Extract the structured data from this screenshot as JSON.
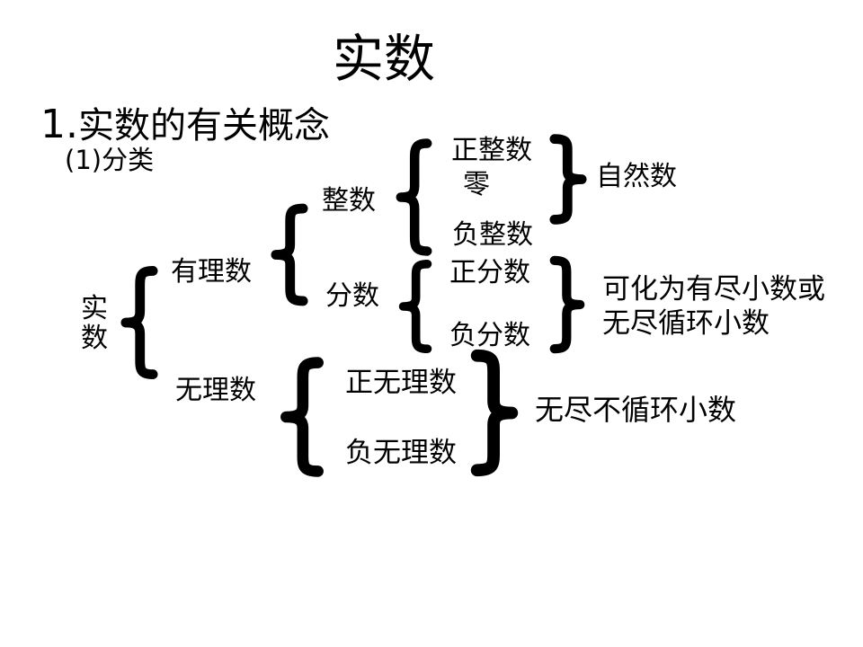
{
  "slide_title": "实数",
  "heading": {
    "number": "1.",
    "text": "实数的有关概念"
  },
  "subheading": {
    "number": "(1)",
    "text": "分类"
  },
  "glyphs": {
    "open_brace": "{",
    "close_brace": "}"
  },
  "colors": {
    "text": "#000000",
    "background": "#ffffff"
  },
  "tree": {
    "root": "实\n数",
    "branches": [
      {
        "label": "有理数",
        "children": [
          {
            "label": "整数",
            "children": [
              "正整数",
              "零",
              "负整数"
            ],
            "result": "自然数"
          },
          {
            "label": "分数",
            "children": [
              "正分数",
              "负分数"
            ],
            "result": "可化为有尽小数或\n无尽循环小数"
          }
        ]
      },
      {
        "label": "无理数",
        "children": [
          "正无理数",
          "负无理数"
        ],
        "result": "无尽不循环小数"
      }
    ]
  }
}
